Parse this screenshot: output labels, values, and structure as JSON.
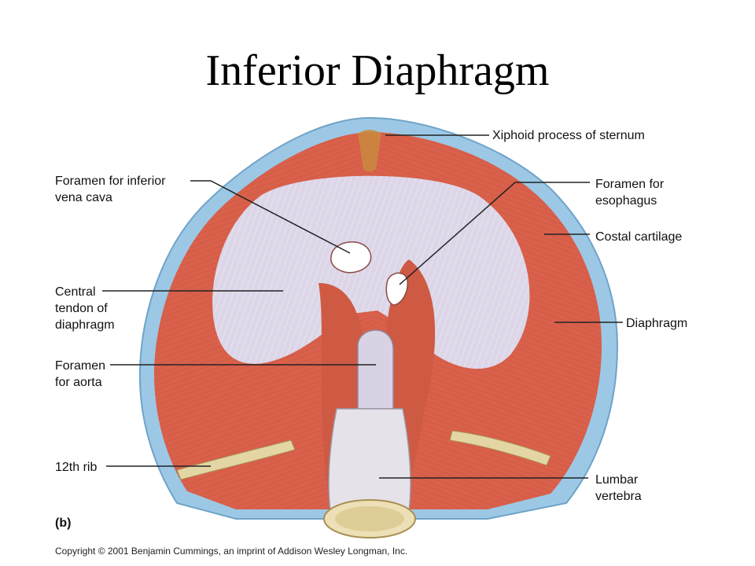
{
  "title": "Inferior Diaphragm",
  "panel_label": "(b)",
  "copyright": "Copyright © 2001 Benjamin Cummings, an imprint of Addison Wesley Longman, Inc.",
  "labels": {
    "xiphoid": "Xiphoid process of sternum",
    "ivc": "Foramen for inferior\nvena cava",
    "esophagus": "Foramen for\nesophagus",
    "costal": "Costal cartilage",
    "central_tendon": "Central\ntendon of\ndiaphragm",
    "diaphragm": "Diaphragm",
    "aorta": "Foramen\nfor aorta",
    "rib12": "12th rib",
    "lumbar": "Lumbar\nvertebra"
  },
  "colors": {
    "muscle": "#d9604a",
    "muscle_dark": "#b84633",
    "tendon": "#dcd6e8",
    "cartilage": "#9cc8e6",
    "bone": "#ede0b6"
  }
}
